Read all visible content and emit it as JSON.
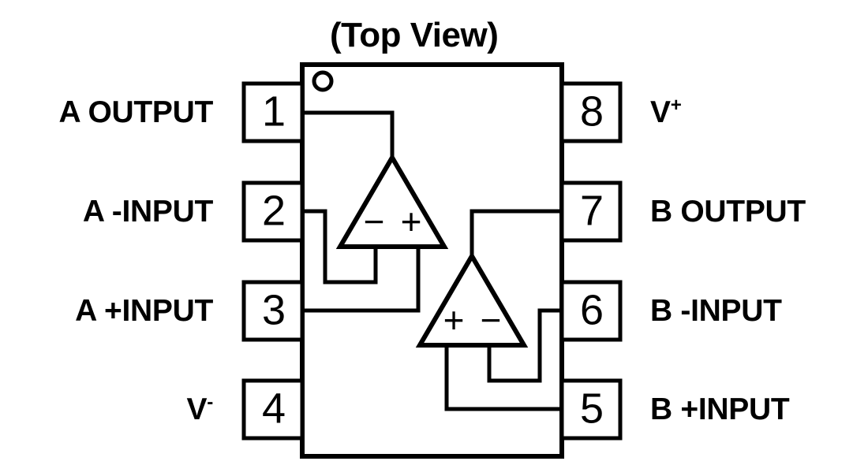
{
  "diagram": {
    "title": "(Top View)",
    "package": "8-pin dual op-amp DIP pinout",
    "pin_one_marker": "pin-one-dot",
    "line_color": "#000000",
    "background_color": "#ffffff"
  },
  "pins": {
    "left": [
      {
        "number": "1",
        "label": "A OUTPUT",
        "superscript": ""
      },
      {
        "number": "2",
        "label": "A -INPUT",
        "superscript": ""
      },
      {
        "number": "3",
        "label": "A +INPUT",
        "superscript": ""
      },
      {
        "number": "4",
        "label": "V",
        "superscript": "-"
      }
    ],
    "right": [
      {
        "number": "8",
        "label": "V",
        "superscript": "+"
      },
      {
        "number": "7",
        "label": "B OUTPUT",
        "superscript": ""
      },
      {
        "number": "6",
        "label": "B -INPUT",
        "superscript": ""
      },
      {
        "number": "5",
        "label": "B +INPUT",
        "superscript": ""
      }
    ]
  },
  "amplifiers": [
    {
      "name": "A",
      "minus_sign": "−",
      "plus_sign": "+",
      "left_terminal_sign": "−",
      "right_terminal_sign": "+",
      "output_pin": "1",
      "inverting_pin": "2",
      "noninverting_pin": "3"
    },
    {
      "name": "B",
      "minus_sign": "−",
      "plus_sign": "+",
      "left_terminal_sign": "+",
      "right_terminal_sign": "−",
      "output_pin": "7",
      "inverting_pin": "6",
      "noninverting_pin": "5"
    }
  ]
}
